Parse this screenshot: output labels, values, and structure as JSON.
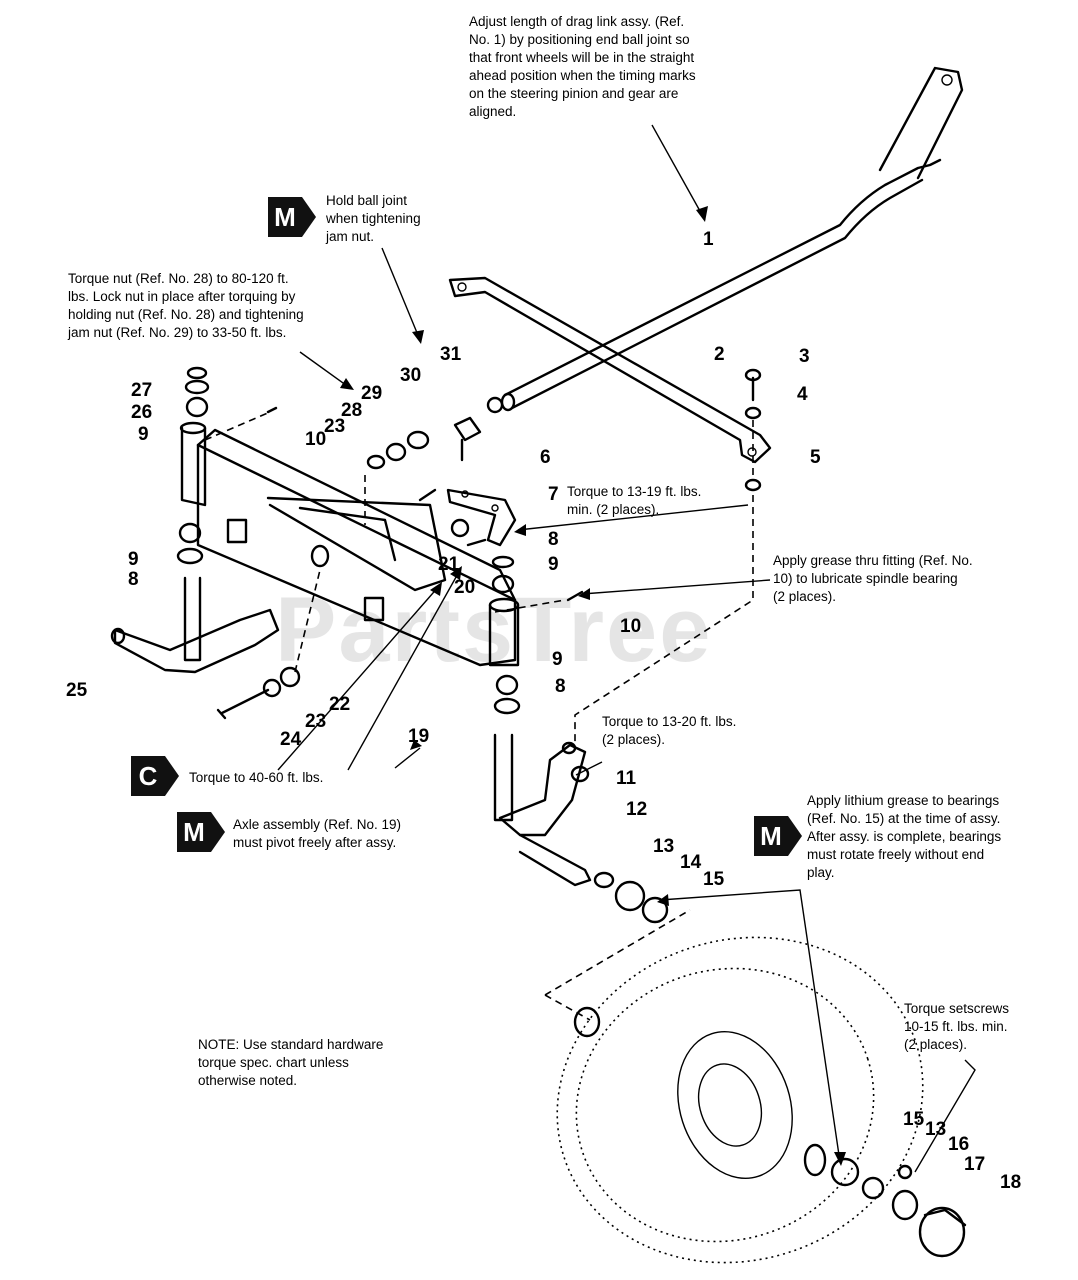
{
  "watermark": "PartsTree",
  "notes": {
    "drag_link": "Adjust length of drag link assy. (Ref.\nNo. 1) by positioning end ball joint so\nthat front wheels will be in the straight\nahead position when the timing marks\non the steering pinion and gear are\naligned.",
    "hold_ball_joint": "Hold ball joint\nwhen tightening\njam nut.",
    "torque_nut_28": "Torque nut (Ref. No. 28) to 80-120 ft.\nlbs. Lock nut in place after torquing by\nholding nut (Ref. No. 28) and tightening\njam nut (Ref. No. 29) to 33-50 ft. lbs.",
    "torque_13_19": "Torque to 13-19 ft. lbs.\nmin. (2 places).",
    "grease_fitting": "Apply grease thru fitting (Ref. No.\n10) to lubricate spindle bearing\n(2 places).",
    "torque_13_20": "Torque to 13-20 ft. lbs.\n(2 places).",
    "torque_40_60": "Torque to 40-60 ft. lbs.",
    "axle_pivot": "Axle assembly (Ref. No. 19)\nmust pivot freely after assy.",
    "lithium_grease": "Apply lithium grease to bearings\n(Ref. No. 15) at the time of assy.\nAfter assy. is complete, bearings\nmust rotate freely without end\nplay.",
    "note_hardware": "NOTE: Use standard hardware\ntorque spec. chart unless\notherwise noted.",
    "setscrews": "Torque setscrews\n10-15 ft. lbs. min.\n(2 places)."
  },
  "badges": {
    "m_top": "M",
    "c_mid": "C",
    "m_mid": "M",
    "m_right": "M"
  },
  "part_numbers": {
    "p1": "1",
    "p2": "2",
    "p3": "3",
    "p4": "4",
    "p5": "5",
    "p6": "6",
    "p7": "7",
    "p8a": "8",
    "p8b": "8",
    "p8c": "8",
    "p9a": "9",
    "p9b": "9",
    "p9c": "9",
    "p9d": "9",
    "p10a": "10",
    "p10b": "10",
    "p11": "11",
    "p12": "12",
    "p13a": "13",
    "p13b": "13",
    "p14": "14",
    "p15a": "15",
    "p15b": "15",
    "p16": "16",
    "p17": "17",
    "p18": "18",
    "p19": "19",
    "p20": "20",
    "p21": "21",
    "p22": "22",
    "p23a": "23",
    "p23b": "23",
    "p24": "24",
    "p25": "25",
    "p26": "26",
    "p27": "27",
    "p28": "28",
    "p29": "29",
    "p30": "30",
    "p31": "31"
  }
}
